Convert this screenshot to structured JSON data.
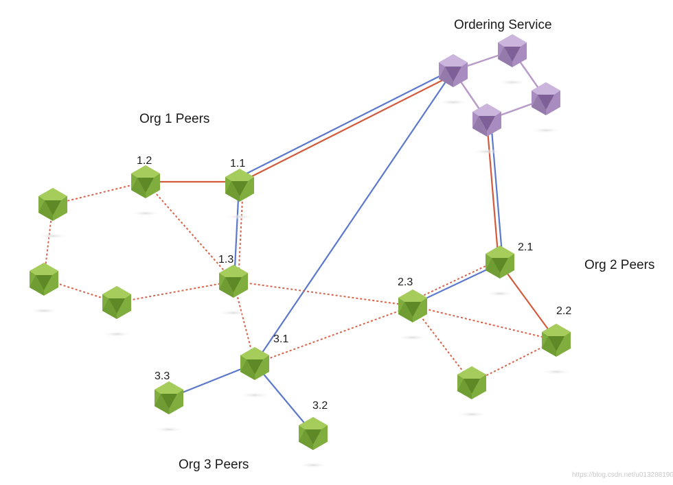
{
  "labels": {
    "ordering_service": "Ordering Service",
    "org1": "Org 1 Peers",
    "org2": "Org 2 Peers",
    "org3": "Org 3 Peers",
    "watermark": "https://blog.csdn.net/u013288190"
  },
  "node_labels": {
    "n12": "1.2",
    "n11": "1.1",
    "n13": "1.3",
    "n21": "2.1",
    "n22": "2.2",
    "n23": "2.3",
    "n31": "3.1",
    "n32": "3.2",
    "n33": "3.3"
  },
  "colors": {
    "peer_fill": "#7fae3e",
    "peer_dark": "#5d8a26",
    "peer_light": "#a6cc5c",
    "orderer_fill": "#a98cbf",
    "orderer_dark": "#7f5f98",
    "orderer_light": "#cbb5dc",
    "orderer_link": "#b89ac8",
    "blue_link": "#5b78cc",
    "red_link": "#d3593b",
    "dotted_link": "#d6644a"
  }
}
